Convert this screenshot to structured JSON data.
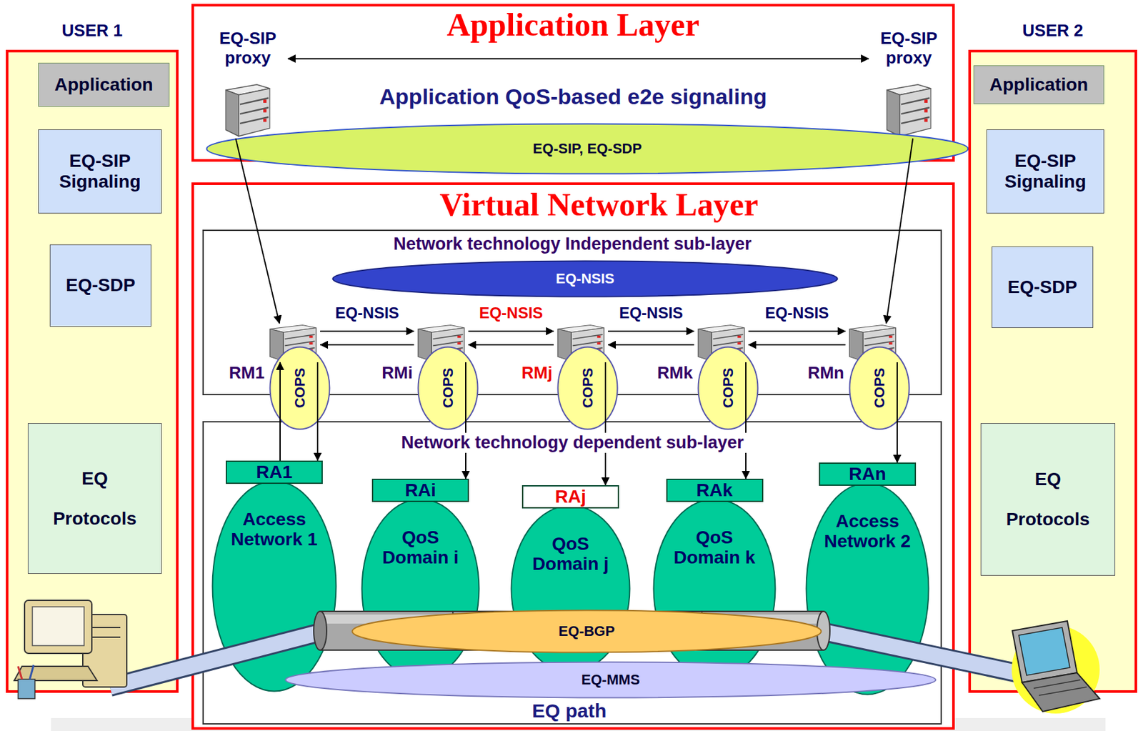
{
  "diagram": {
    "nodes": [
      {
        "text": [
          "USER 1"
        ]
      },
      {
        "text": [
          "Application"
        ],
        "in": 0
      },
      {
        "text": [
          "EQ-SIP Signaling"
        ],
        "in": 0
      },
      {
        "text": [
          "EQ-SDP"
        ],
        "in": 0
      },
      {
        "text": [
          "EQ Protocols"
        ],
        "in": 0
      },
      {
        "text": [
          "Application Layer",
          "Application QoS-based e2e signaling"
        ]
      },
      {
        "text": [
          "EQ-SIP proxy"
        ],
        "in": 5
      },
      {
        "text": [
          "EQ-SIP proxy"
        ],
        "in": 5
      },
      {
        "text": [
          "EQ-SIP, EQ-SDP"
        ]
      },
      {
        "text": [
          "USER 2"
        ]
      },
      {
        "text": [
          "Application"
        ],
        "in": 9
      },
      {
        "text": [
          "EQ-SIP Signaling"
        ],
        "in": 9
      },
      {
        "text": [
          "EQ-SDP"
        ],
        "in": 9
      },
      {
        "text": [
          "EQ Protocols"
        ],
        "in": 9
      },
      {
        "text": [
          "Virtual Network Layer"
        ]
      },
      {
        "text": [
          "Network technology Independent sub-layer"
        ],
        "in": 14
      },
      {
        "text": [
          "EQ-NSIS"
        ],
        "in": 15
      },
      {
        "text": [
          "RM1"
        ],
        "in": 15
      },
      {
        "text": [
          "RMi"
        ],
        "in": 15
      },
      {
        "text": [
          "RMj"
        ],
        "in": 15
      },
      {
        "text": [
          "RMk"
        ],
        "in": 15
      },
      {
        "text": [
          "RMn"
        ],
        "in": 15
      },
      {
        "text": [
          "Network technology dependent sub-layer"
        ],
        "in": 14
      },
      {
        "text": [
          "COPS"
        ],
        "in": 14
      },
      {
        "text": [
          "COPS"
        ],
        "in": 14
      },
      {
        "text": [
          "COPS"
        ],
        "in": 14
      },
      {
        "text": [
          "COPS"
        ],
        "in": 14
      },
      {
        "text": [
          "COPS"
        ],
        "in": 14
      },
      {
        "text": [
          "RA1",
          "Access Network 1"
        ],
        "in": 22
      },
      {
        "text": [
          "RAi",
          "QoS Domain i"
        ],
        "in": 22
      },
      {
        "text": [
          "RAj",
          "QoS Domain j"
        ],
        "in": 22
      },
      {
        "text": [
          "RAk",
          "QoS Domain k"
        ],
        "in": 22
      },
      {
        "text": [
          "RAn",
          "Access Network 2"
        ],
        "in": 22
      },
      {
        "text": [
          "EQ-BGP"
        ],
        "in": 22
      },
      {
        "text": [
          "EQ-MMS"
        ],
        "in": 22
      }
    ],
    "edges": [
      {
        "from": 6,
        "to": 7,
        "arrow": "both"
      },
      {
        "from": 6,
        "to": 17,
        "arrow": "to"
      },
      {
        "from": 7,
        "to": 21,
        "arrow": "to"
      },
      {
        "from": 17,
        "to": 18,
        "label": "EQ-NSIS",
        "arrow": "to"
      },
      {
        "from": 18,
        "to": 17,
        "arrow": "to"
      },
      {
        "from": 18,
        "to": 19,
        "label": "EQ-NSIS",
        "arrow": "to"
      },
      {
        "from": 19,
        "to": 18,
        "arrow": "to"
      },
      {
        "from": 19,
        "to": 20,
        "label": "EQ-NSIS",
        "arrow": "to"
      },
      {
        "from": 20,
        "to": 19,
        "arrow": "to"
      },
      {
        "from": 20,
        "to": 21,
        "label": "EQ-NSIS",
        "arrow": "to"
      },
      {
        "from": 21,
        "to": 20,
        "arrow": "to"
      },
      {
        "from": 28,
        "to": 17,
        "arrow": "to"
      },
      {
        "from": 17,
        "to": 28,
        "arrow": "to"
      },
      {
        "from": 18,
        "to": 29,
        "arrow": "to"
      },
      {
        "from": 19,
        "to": 30,
        "arrow": "to"
      },
      {
        "from": 20,
        "to": 31,
        "arrow": "to"
      },
      {
        "from": 21,
        "to": 32,
        "arrow": "to"
      }
    ],
    "labels": [
      "EQ path"
    ]
  }
}
